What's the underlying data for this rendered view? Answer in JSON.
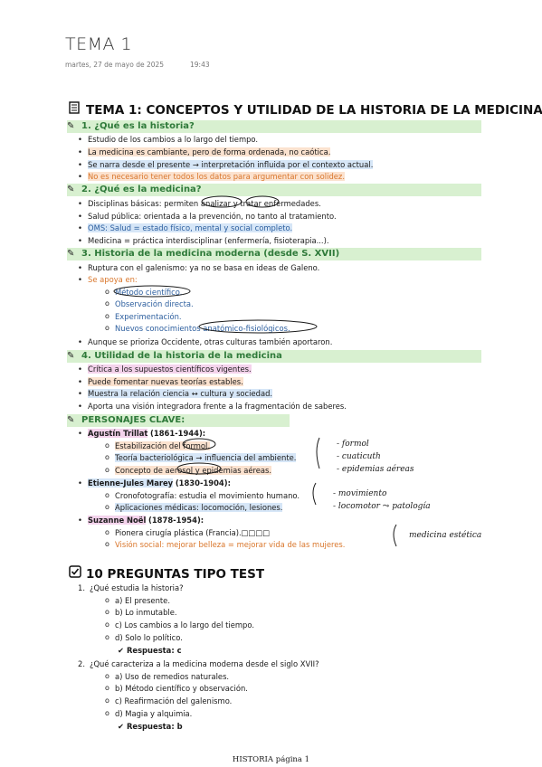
{
  "header": {
    "title": "TEMA 1",
    "date": "martes, 27 de mayo de 2025",
    "time": "19:43"
  },
  "main_title": "TEMA 1: CONCEPTOS Y UTILIDAD DE LA HISTORIA DE LA MEDICINA",
  "s1": {
    "title": "1. ¿Qué es la historia?",
    "items": [
      "Estudio de los cambios a lo largo del tiempo.",
      "La medicina es cambiante, pero de forma ordenada, no caótica.",
      "Se narra desde el presente → interpretación influida por el contexto actual.",
      "No es necesario tener todos los datos para argumentar con solidez."
    ]
  },
  "s2": {
    "title": "2. ¿Qué es la medicina?",
    "items": [
      "Disciplinas básicas: permiten analizar y tratar enfermedades.",
      "Salud pública: orientada a la prevención, no tanto al tratamiento.",
      "OMS: Salud = estado físico, mental y social completo.",
      "Medicina = práctica interdisciplinar (enfermería, fisioterapia...)."
    ]
  },
  "s3": {
    "title": "3. Historia de la medicina moderna (desde S. XVII)",
    "item1": "Ruptura con el galenismo: ya no se basa en ideas de Galeno.",
    "item2": "Se apoya en:",
    "subs": [
      "Método científico.",
      "Observación directa.",
      "Experimentación.",
      "Nuevos conocimientos anatómico-fisiológicos."
    ],
    "item3": "Aunque se prioriza Occidente, otras culturas también aportaron."
  },
  "s4": {
    "title": "4. Utilidad de la historia de la medicina",
    "items": [
      "Crítica a los supuestos científicos vigentes.",
      "Puede fomentar nuevas teorías estables.",
      "Muestra la relación ciencia ↔ cultura y sociedad.",
      "Aporta una visión integradora frente a la fragmentación de saberes."
    ]
  },
  "s5": {
    "title": "PERSONAJES CLAVE:",
    "p1": {
      "name": "Agustín Trillat",
      "years": "(1861-1944):",
      "subs": [
        "Estabilización del formol.",
        "Teoría bacteriológica → influencia del ambiente.",
        "Concepto de aerosol y epidemias aéreas."
      ]
    },
    "p2": {
      "name": "Etienne-Jules Marey",
      "years": "(1830-1904):",
      "subs": [
        "Cronofotografía: estudia el movimiento humano.",
        "Aplicaciones médicas: locomoción, lesiones."
      ]
    },
    "p3": {
      "name": "Suzanne Noël",
      "years": "(1878-1954):",
      "subs": [
        "Pionera cirugía plástica (Francia).□□□□",
        "Visión social: mejorar belleza = mejorar vida de las mujeres."
      ]
    }
  },
  "notes": {
    "n1": [
      "- formol",
      "- cuaticuth",
      "- epidemias aéreas"
    ],
    "n2": [
      "- movimiento",
      "- locomotor ⤳ patología"
    ],
    "n3": "medicina estética"
  },
  "quiz": {
    "title": "10 PREGUNTAS TIPO TEST",
    "q1": {
      "num": "1.",
      "text": "¿Qué estudia la historia?",
      "opts": [
        "a) El presente.",
        "b) Lo inmutable.",
        "c) Los cambios a lo largo del tiempo.",
        "d) Solo lo político."
      ],
      "answer": "Respuesta: c"
    },
    "q2": {
      "num": "2.",
      "text": "¿Qué caracteriza a la medicina moderna desde el siglo XVII?",
      "opts": [
        "a) Uso de remedios naturales.",
        "b) Método científico y observación.",
        "c) Reafirmación del galenismo.",
        "d) Magia y alquimia."
      ],
      "answer": "Respuesta: b"
    }
  },
  "footer": "HISTORIA página 1"
}
